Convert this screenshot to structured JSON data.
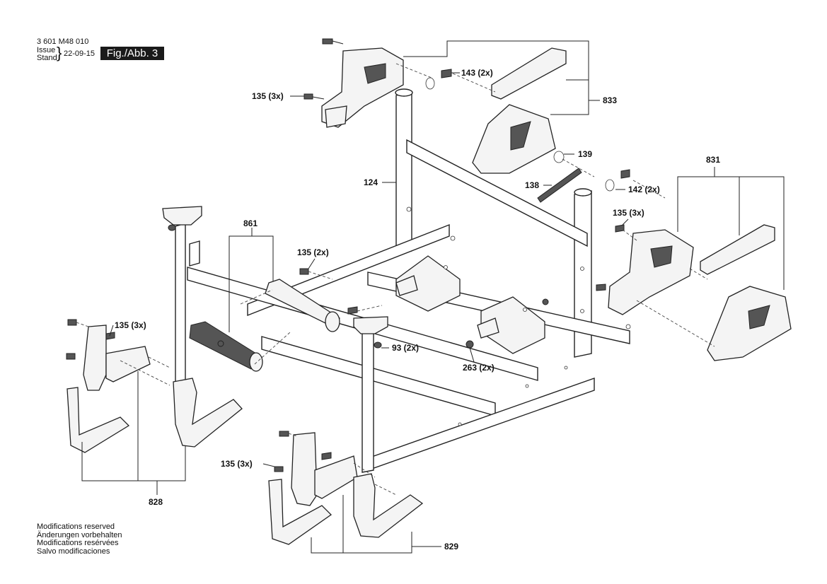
{
  "header": {
    "part_number": "3 601 M48 010",
    "issue_label": "Issue",
    "stand_label": "Stand",
    "date": "22-09-15",
    "figure": "Fig./Abb. 3"
  },
  "callouts": [
    {
      "id": "833",
      "text": "833"
    },
    {
      "id": "143",
      "text": "143 (2x)"
    },
    {
      "id": "135a",
      "text": "135 (3x)"
    },
    {
      "id": "139",
      "text": "139"
    },
    {
      "id": "138",
      "text": "138"
    },
    {
      "id": "142",
      "text": "142 (2x)"
    },
    {
      "id": "124",
      "text": "124"
    },
    {
      "id": "831",
      "text": "831"
    },
    {
      "id": "135b",
      "text": "135 (3x)"
    },
    {
      "id": "861",
      "text": "861"
    },
    {
      "id": "135c",
      "text": "135 (2x)"
    },
    {
      "id": "135d",
      "text": "135 (3x)"
    },
    {
      "id": "93",
      "text": "93 (2x)"
    },
    {
      "id": "263",
      "text": "263 (2x)"
    },
    {
      "id": "828",
      "text": "828"
    },
    {
      "id": "135e",
      "text": "135 (3x)"
    },
    {
      "id": "829",
      "text": "829"
    }
  ],
  "notes": [
    "Modifications reserved",
    "Änderungen vorbehalten",
    "Modifications resérvées",
    "Salvo modificaciones"
  ]
}
